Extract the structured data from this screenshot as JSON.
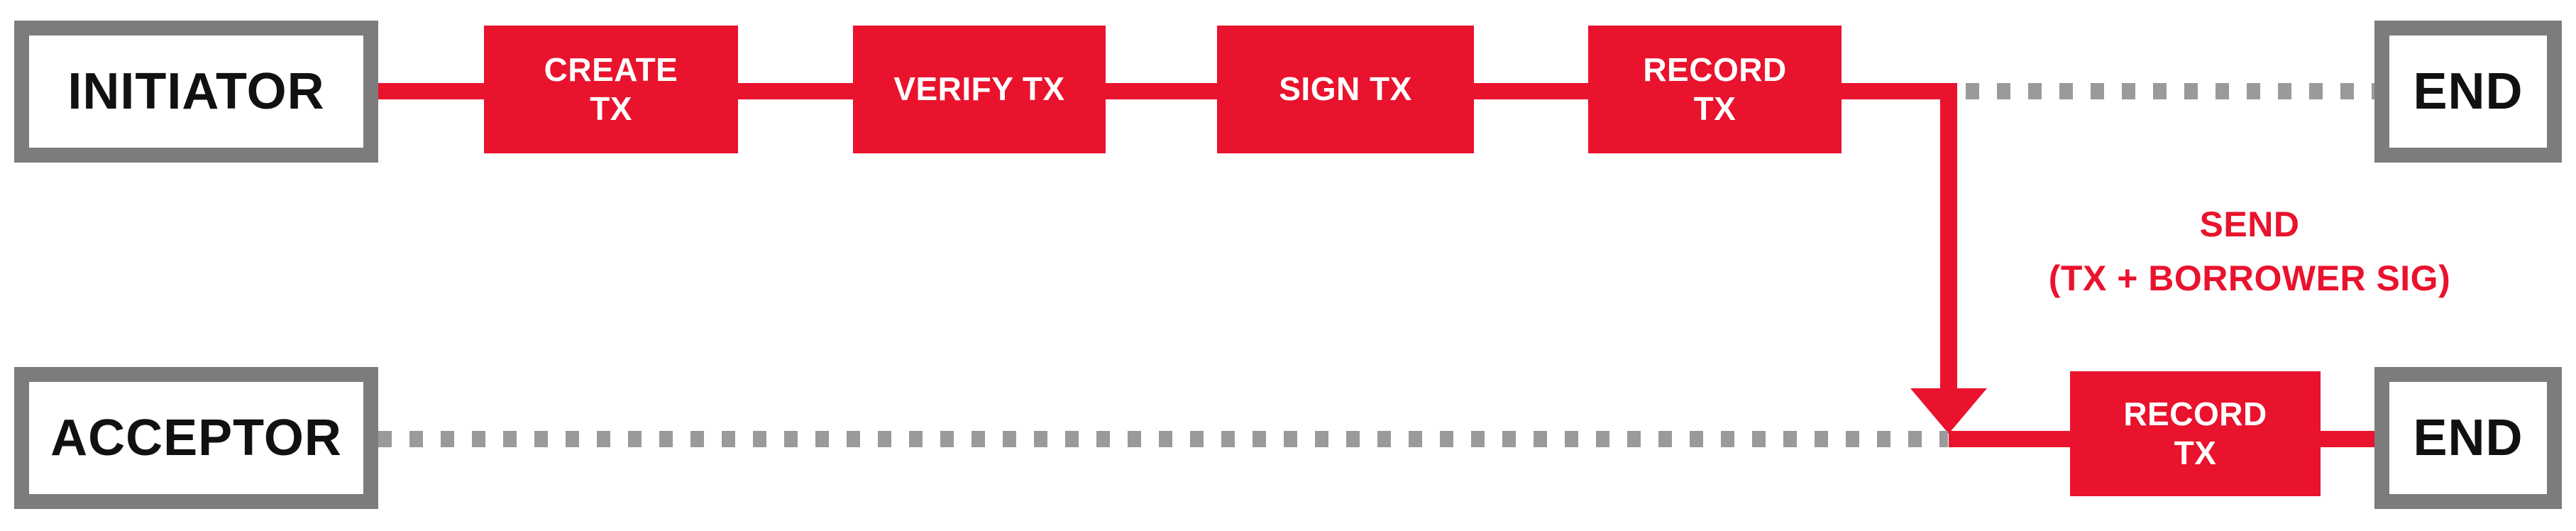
{
  "colors": {
    "red": "#E9132D",
    "gray_border": "#7C7C7C",
    "gray_dot": "#9A9A9A",
    "black_text": "#111111"
  },
  "lanes": {
    "initiator": {
      "label": "INITIATOR"
    },
    "acceptor": {
      "label": "ACCEPTOR"
    }
  },
  "top_flow": {
    "steps": [
      {
        "text": "CREATE\nTX"
      },
      {
        "text": "VERIFY TX"
      },
      {
        "text": "SIGN TX"
      },
      {
        "text": "RECORD\nTX"
      }
    ],
    "end": {
      "label": "END"
    }
  },
  "bottom_flow": {
    "record": {
      "text": "RECORD\nTX"
    },
    "end": {
      "label": "END"
    }
  },
  "send_annotation": {
    "text": "SEND\n(TX + BORROWER SIG)"
  }
}
